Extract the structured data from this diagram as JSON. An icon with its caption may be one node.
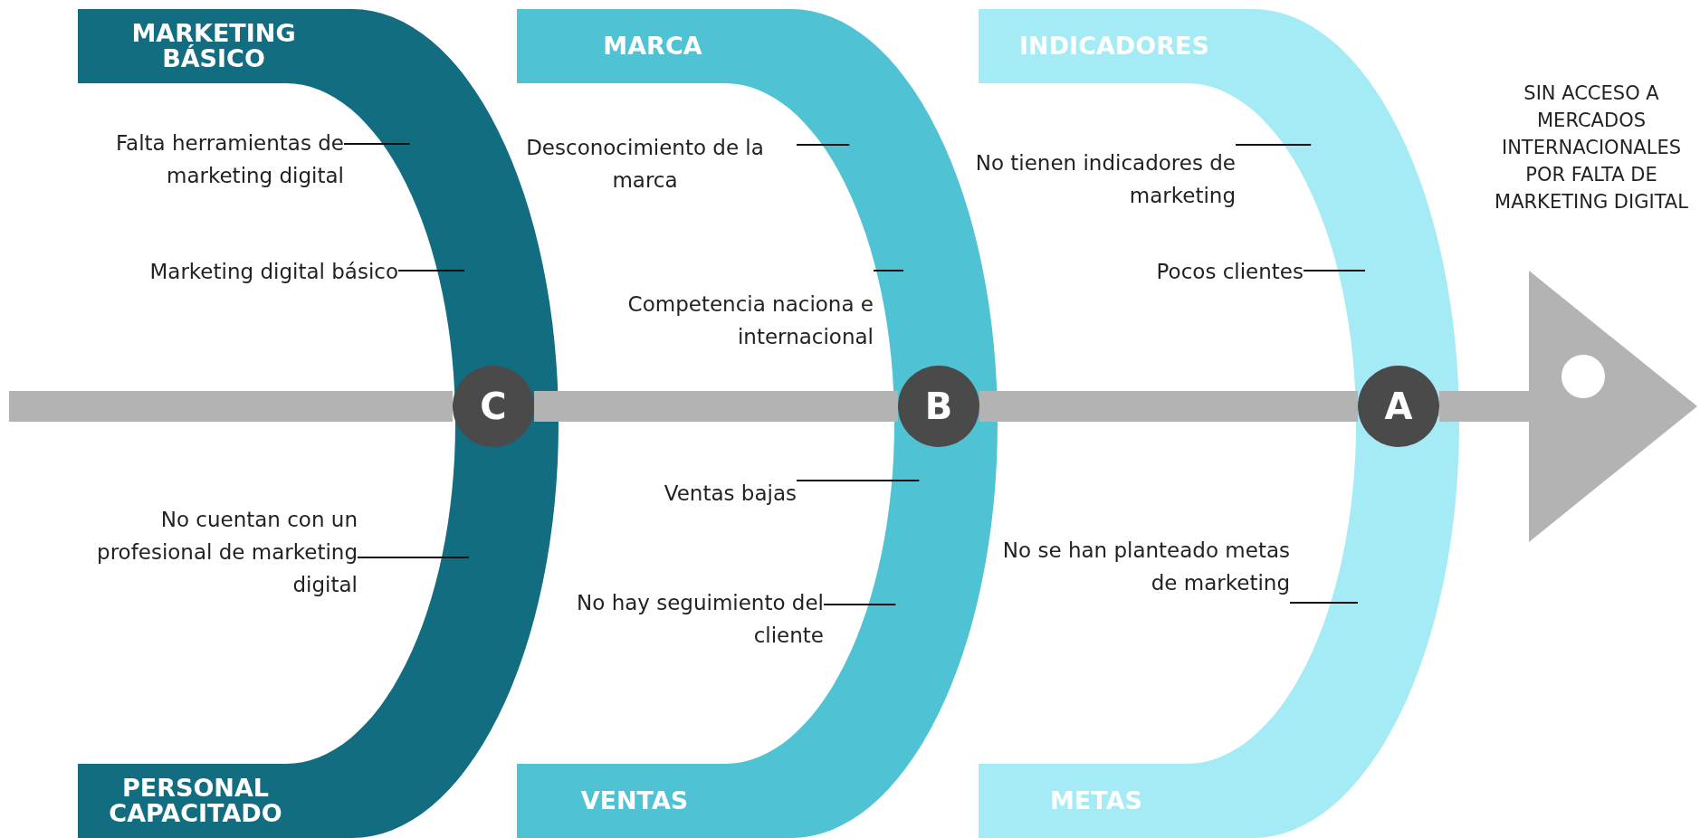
{
  "diagram": {
    "nodes": [
      {
        "text": [
          "MARKETING BÁSICO",
          "PERSONAL CAPACITADO"
        ]
      },
      {
        "text": [
          "MARCA",
          "VENTAS"
        ]
      },
      {
        "text": [
          "INDICADORES",
          "METAS"
        ]
      },
      {
        "text": [],
        "shape": "triangle",
        "beside": [
          "SIN ACCESO A MERCADOS INTERNACIONALES POR FALTA DE MARKETING DIGITAL"
        ]
      },
      {
        "text": [
          "C"
        ],
        "in": 0
      },
      {
        "text": [
          "B"
        ],
        "in": 1
      },
      {
        "text": [
          "A"
        ],
        "in": 2
      },
      {
        "text": [
          "Falta herramientas de marketing digital"
        ]
      },
      {
        "text": [
          "Marketing digital básico"
        ]
      },
      {
        "text": [
          "No cuentan con un profesional de marketing digital"
        ]
      },
      {
        "text": [
          "Desconocimiento de la marca"
        ]
      },
      {
        "text": [
          "Competencia naciona e internacional"
        ]
      },
      {
        "text": [
          "Ventas bajas"
        ]
      },
      {
        "text": [
          "No hay seguimiento del cliente"
        ]
      },
      {
        "text": [
          "No tienen indicadores de marketing"
        ]
      },
      {
        "text": [
          "Pocos clientes"
        ]
      },
      {
        "text": [
          "No se han planteado metas de marketing"
        ]
      }
    ],
    "edges": [
      {
        "from": null,
        "to": 4,
        "arrow": "none",
        "style": "thick",
        "color": "#b3b3b3"
      },
      {
        "from": 4,
        "to": 5,
        "arrow": "none",
        "style": "thick",
        "color": "#b3b3b3"
      },
      {
        "from": 5,
        "to": 6,
        "arrow": "none",
        "style": "thick",
        "color": "#b3b3b3"
      },
      {
        "from": 6,
        "to": 3,
        "arrow": "none",
        "style": "thick",
        "color": "#b3b3b3"
      },
      {
        "from": 7,
        "to": 0,
        "arrow": "none"
      },
      {
        "from": 8,
        "to": 0,
        "arrow": "none"
      },
      {
        "from": 9,
        "to": 0,
        "arrow": "none"
      },
      {
        "from": 10,
        "to": 1,
        "arrow": "none"
      },
      {
        "from": 11,
        "to": 1,
        "arrow": "none"
      },
      {
        "from": 12,
        "to": 1,
        "arrow": "none"
      },
      {
        "from": 13,
        "to": 1,
        "arrow": "none"
      },
      {
        "from": 14,
        "to": 2,
        "arrow": "none"
      },
      {
        "from": 15,
        "to": 2,
        "arrow": "none"
      },
      {
        "from": 16,
        "to": 2,
        "arrow": "none"
      }
    ]
  }
}
